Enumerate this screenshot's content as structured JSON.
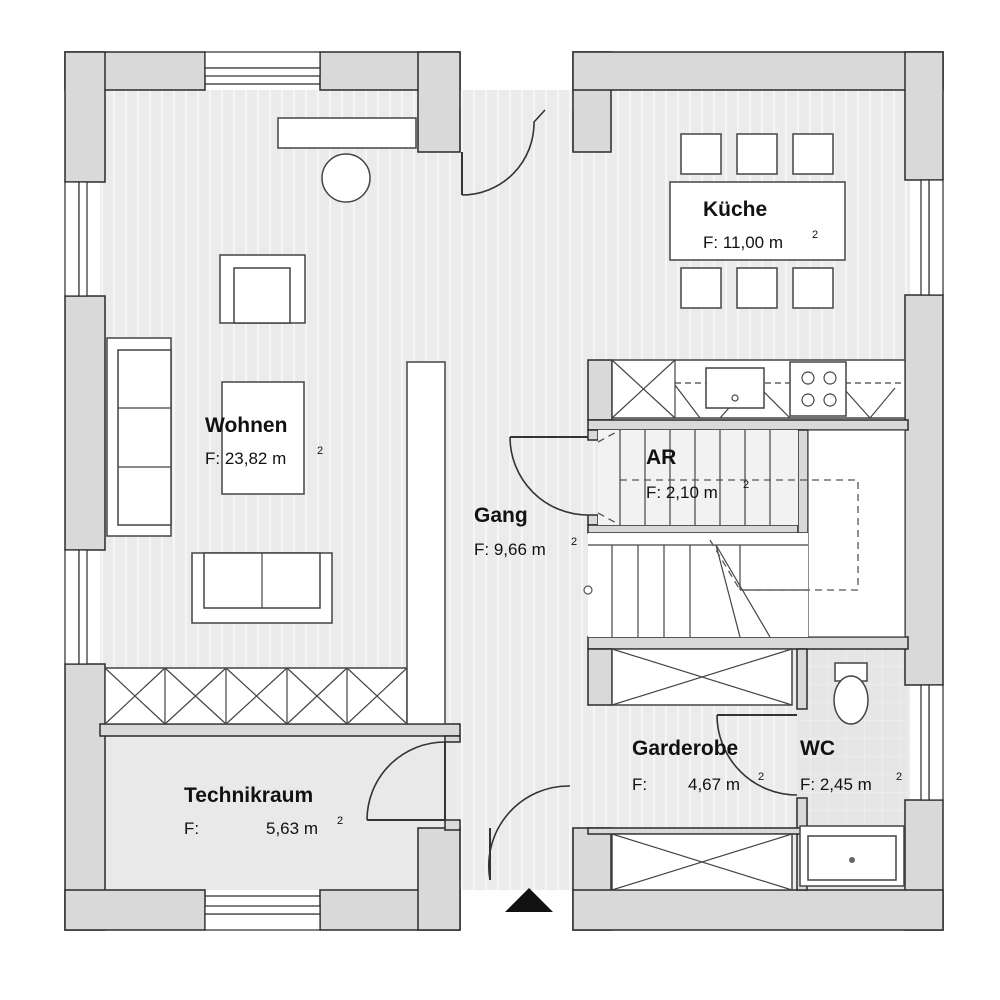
{
  "plan": {
    "colors": {
      "wall": "#d9d9d9",
      "wall_stroke": "#2b2b2b",
      "floor": "#ebebeb",
      "floor_plank": "#f6f6f6",
      "tile": "#e2e2e2",
      "entrance_marker": "#111111"
    },
    "rooms": [
      {
        "id": "kueche",
        "name": "Küche",
        "area_prefix": "F:",
        "area_value": "11,00",
        "area_unit": "m",
        "area_exp": "2"
      },
      {
        "id": "wohnen",
        "name": "Wohnen",
        "area_prefix": "F:",
        "area_value": "23,82",
        "area_unit": "m",
        "area_exp": "2"
      },
      {
        "id": "ar",
        "name": "AR",
        "area_prefix": "F:",
        "area_value": "2,10",
        "area_unit": "m",
        "area_exp": "2"
      },
      {
        "id": "gang",
        "name": "Gang",
        "area_prefix": "F:",
        "area_value": "9,66",
        "area_unit": "m",
        "area_exp": "2"
      },
      {
        "id": "garderobe",
        "name": "Garderobe",
        "area_prefix": "F:",
        "area_value": "4,67",
        "area_unit": "m",
        "area_exp": "2"
      },
      {
        "id": "wc",
        "name": "WC",
        "area_prefix": "F:",
        "area_value": "2,45",
        "area_unit": "m",
        "area_exp": "2"
      },
      {
        "id": "technikraum",
        "name": "Technikraum",
        "area_prefix": "F:",
        "area_value": "5,63",
        "area_unit": "m",
        "area_exp": "2"
      }
    ]
  }
}
